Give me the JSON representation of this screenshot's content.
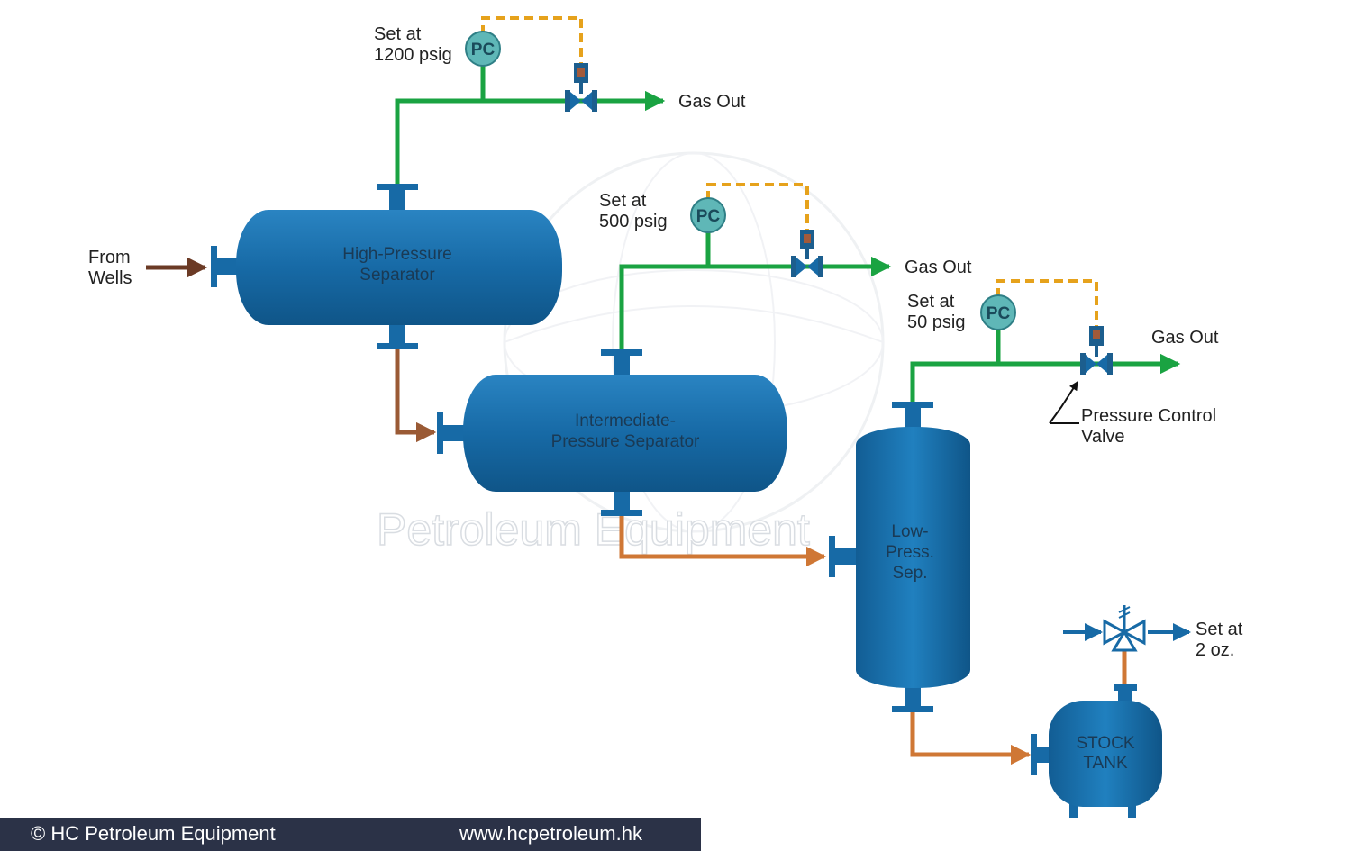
{
  "colors": {
    "vessel": "#176aa6",
    "gas_line": "#1aa342",
    "liquid_line_dark": "#7a3f22",
    "liquid_line": "#cf7735",
    "signal_line": "#e6a21c",
    "pc_fill": "#5fb7b7",
    "footer_bg": "#2b3247"
  },
  "inlet": {
    "label_line1": "From",
    "label_line2": "Wells"
  },
  "vessels": {
    "high_pressure": {
      "line1": "High-Pressure",
      "line2": "Separator"
    },
    "intermediate": {
      "line1": "Intermediate-",
      "line2": "Pressure Separator"
    },
    "low_pressure": {
      "line1": "Low-",
      "line2": "Press.",
      "line3": "Sep."
    },
    "stock_tank": {
      "line1": "STOCK",
      "line2": "TANK"
    }
  },
  "controllers": [
    {
      "tag": "PC",
      "set_line1": "Set at",
      "set_line2": "1200 psig",
      "outlet": "Gas Out"
    },
    {
      "tag": "PC",
      "set_line1": "Set at",
      "set_line2": "500 psig",
      "outlet": "Gas Out"
    },
    {
      "tag": "PC",
      "set_line1": "Set at",
      "set_line2": "50 psig",
      "outlet": "Gas Out"
    }
  ],
  "valve_callout": {
    "line1": "Pressure Control",
    "line2": "Valve"
  },
  "tank_vent": {
    "line1": "Set at",
    "line2": "2 oz."
  },
  "watermark": {
    "text": "Petroleum Equipment"
  },
  "footer": {
    "copyright": "© HC Petroleum Equipment",
    "url": "www.hcpetroleum.hk"
  }
}
